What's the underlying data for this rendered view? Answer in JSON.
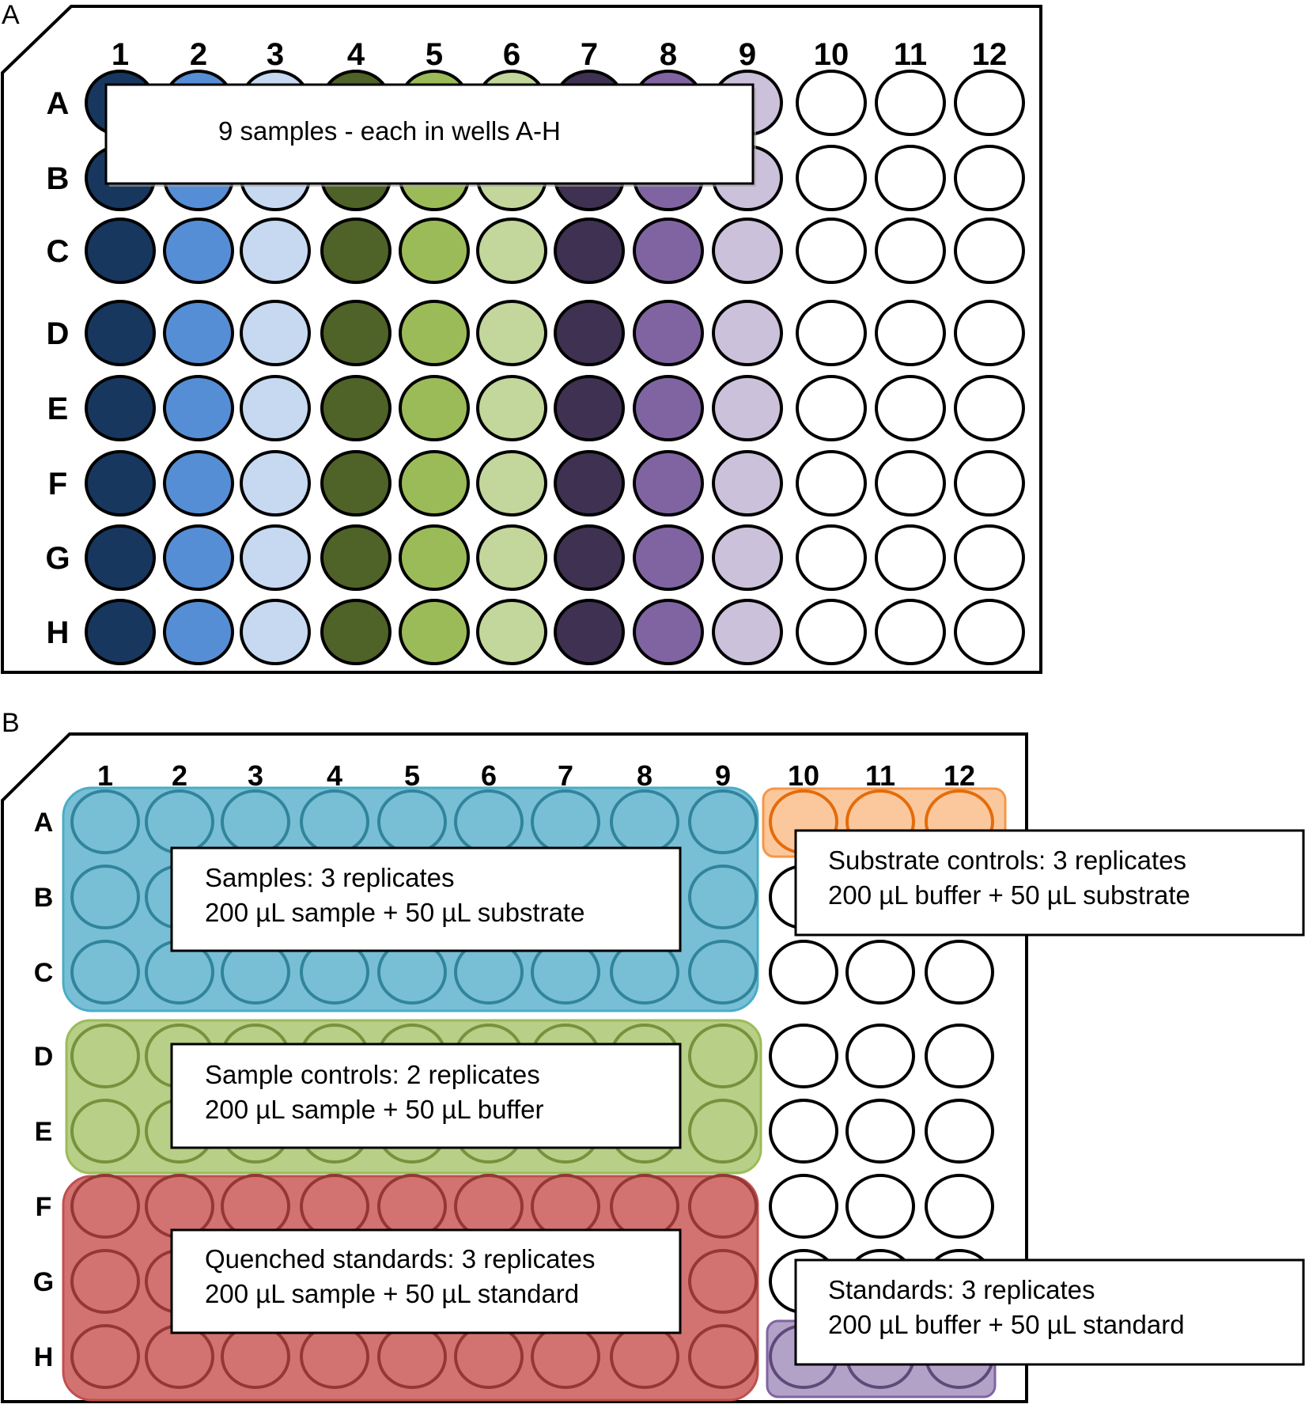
{
  "panelA": {
    "label": "A",
    "columns": [
      "1",
      "2",
      "3",
      "4",
      "5",
      "6",
      "7",
      "8",
      "9",
      "10",
      "11",
      "12"
    ],
    "rows": [
      "A",
      "B",
      "C",
      "D",
      "E",
      "F",
      "G",
      "H"
    ],
    "column_colors": [
      "#17375e",
      "#558ed5",
      "#c6d9f1",
      "#4f6228",
      "#9bbb59",
      "#c3d69b",
      "#3f3151",
      "#8064a2",
      "#ccc1da",
      "#ffffff",
      "#ffffff",
      "#ffffff"
    ],
    "callout": "9 samples - each in wells A-H"
  },
  "panelB": {
    "label": "B",
    "columns": [
      "1",
      "2",
      "3",
      "4",
      "5",
      "6",
      "7",
      "8",
      "9",
      "10",
      "11",
      "12"
    ],
    "rows": [
      "A",
      "B",
      "C",
      "D",
      "E",
      "F",
      "G",
      "H"
    ],
    "groups": [
      {
        "id": "samples",
        "color": "#4bacc6",
        "fill": "#78bfd6",
        "line1": "Samples: 3 replicates",
        "line2": "200 µL sample + 50 µL substrate"
      },
      {
        "id": "sample-controls",
        "color": "#9bbb59",
        "fill": "#b7cf87",
        "line1": "Sample controls: 2 replicates",
        "line2": "200 µL sample + 50 µL buffer"
      },
      {
        "id": "quenched-standards",
        "color": "#c0504d",
        "fill": "#d27371",
        "line1": "Quenched standards: 3 replicates",
        "line2": "200 µL sample + 50 µL standard"
      },
      {
        "id": "substrate-controls",
        "color": "#f79646",
        "fill": "#fbc89e",
        "line1": "Substrate controls: 3 replicates",
        "line2": "200 µL buffer + 50 µL substrate"
      },
      {
        "id": "standards",
        "color": "#8064a2",
        "fill": "#b3a2c7",
        "line1": "Standards: 3 replicates",
        "line2": "200 µL buffer + 50 µL standard"
      }
    ]
  }
}
